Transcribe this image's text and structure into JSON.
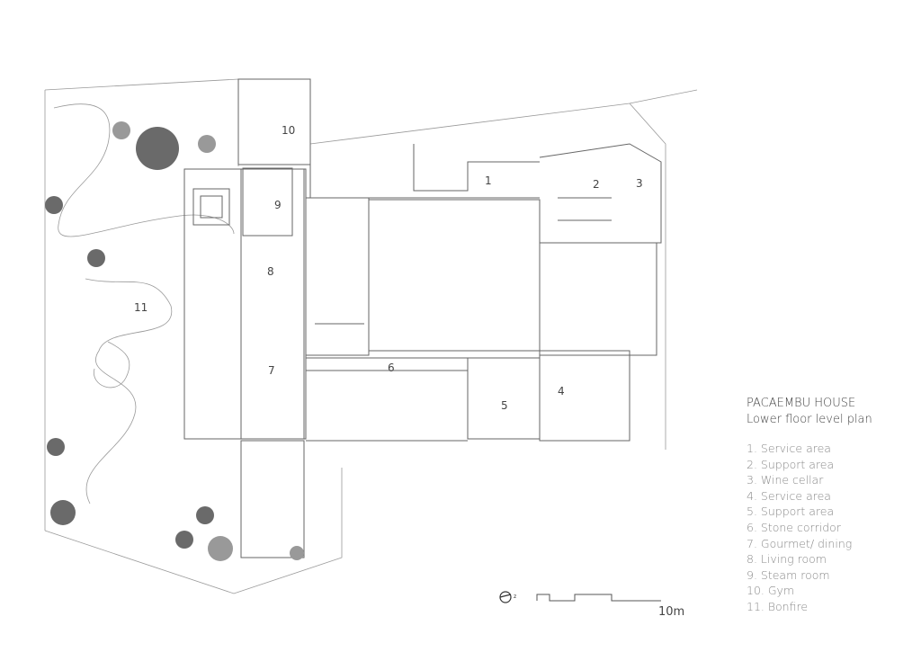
{
  "title": "PACAEMBU HOUSE",
  "subtitle": "Lower floor level plan",
  "legend": [
    "1. Service area",
    "2. Support area",
    "3. Wine cellar",
    "4. Service area",
    "5. Support area",
    "6. Stone corridor",
    "7. Gourmet/ dining",
    "8. Living room",
    "9. Steam room",
    "10. Gym",
    "11. Bonfire"
  ],
  "rooms": [
    "1",
    "2",
    "3",
    "4",
    "5",
    "6",
    "7",
    "8",
    "9",
    "10",
    "11"
  ],
  "scale": {
    "label": "10m"
  },
  "colors": {
    "line": "#8a8a8a",
    "wall": "#555555",
    "tree": "#6a6a6a"
  }
}
